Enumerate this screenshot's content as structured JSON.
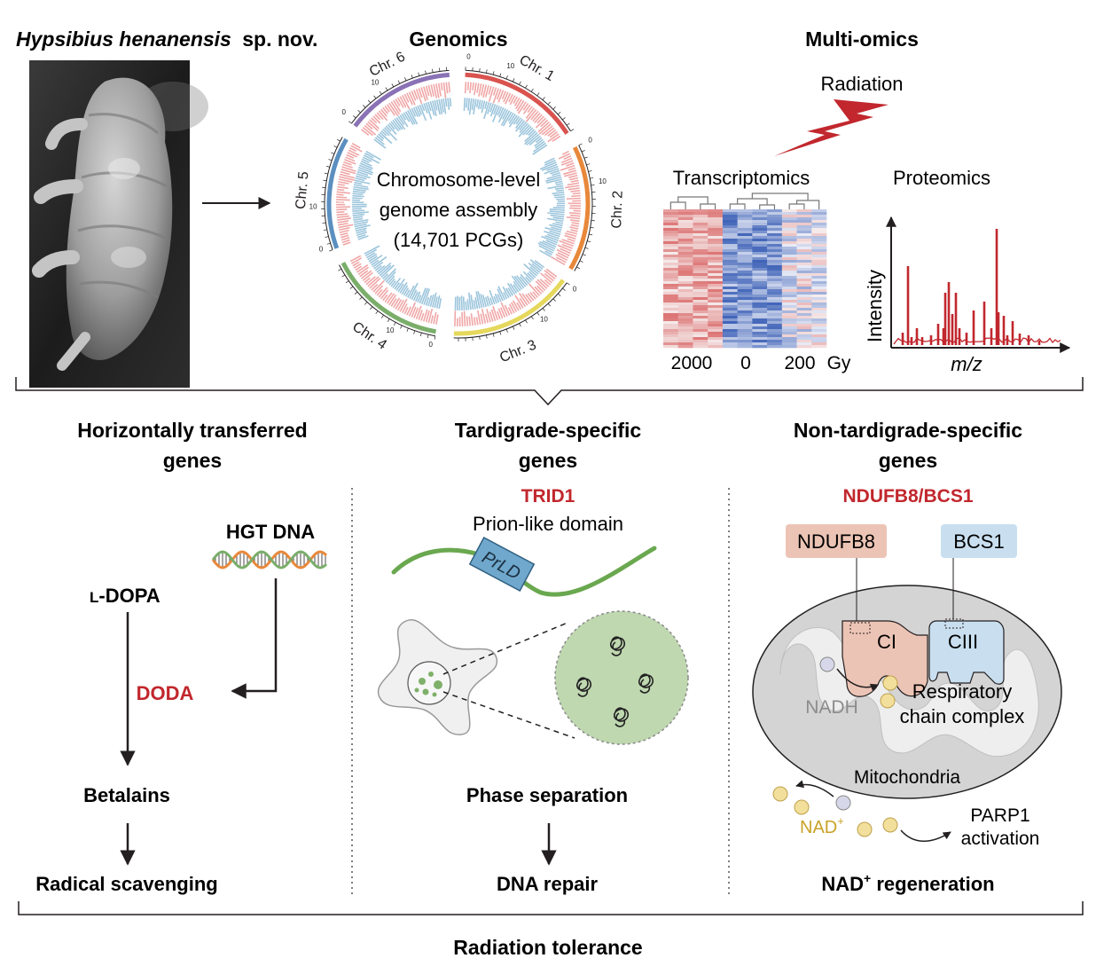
{
  "colors": {
    "accent_red": "#c1272d",
    "dark": "#231f20",
    "chr_1": "#d9534f",
    "chr_2": "#e8883a",
    "chr_3": "#e5d85c",
    "chr_4": "#7aae6a",
    "chr_5": "#5b8fc0",
    "chr_6": "#8a72b5",
    "track_pink": "#f0a6a6",
    "track_blue": "#9cc5dc",
    "heat_red": "#d24040",
    "heat_blue": "#3f63b8",
    "ndufb8_fill": "#ecc4b5",
    "bcs1_fill": "#c9dff0",
    "droplet_green": "#7fb069",
    "nad_gold": "#c9a227",
    "nadh_gray": "#8c8c8c"
  },
  "top": {
    "species_genus": "Hypsibius henanensis",
    "species_suffix": "sp. nov.",
    "photo_icon": "tardigrade-sem-image",
    "genomics": {
      "title": "Genomics",
      "center_lines": [
        "Chromosome-level",
        "genome assembly",
        "(14,701 PCGs)"
      ],
      "tick_zero": "0",
      "tick_ten": "10",
      "chromosomes": [
        {
          "label": "Chr. 1",
          "color_key": "chr_1"
        },
        {
          "label": "Chr. 2",
          "color_key": "chr_2"
        },
        {
          "label": "Chr. 3",
          "color_key": "chr_3"
        },
        {
          "label": "Chr. 4",
          "color_key": "chr_4"
        },
        {
          "label": "Chr. 5",
          "color_key": "chr_5"
        },
        {
          "label": "Chr. 6",
          "color_key": "chr_6"
        }
      ]
    },
    "multiomics": {
      "title": "Multi-omics",
      "radiation_label": "Radiation",
      "radiation_icon": "lightning-bolt-icon",
      "transcriptomics": {
        "title": "Transcriptomics",
        "dose_labels": [
          "2000",
          "0",
          "200"
        ],
        "unit": "Gy"
      },
      "proteomics": {
        "title": "Proteomics",
        "ylabel": "Intensity",
        "xlabel": "m/z"
      }
    }
  },
  "bottom": {
    "hgt": {
      "title_lines": [
        "Horizontally transferred",
        "genes"
      ],
      "hgt_dna": "HGT DNA",
      "dna_icon": "dna-helix-icon",
      "ldopa_prefix": "L",
      "ldopa_suffix": "-DOPA",
      "doda": "DODA",
      "betalains": "Betalains",
      "result": "Radical scavenging"
    },
    "tardigrade": {
      "title_lines": [
        "Tardigrade-specific",
        "genes"
      ],
      "gene": "TRID1",
      "domain_label": "Prion-like domain",
      "prld": "PrLD",
      "cell_icon": "cell-with-droplets-icon",
      "condensate_icon": "condensate-zoom-icon",
      "phase": "Phase separation",
      "result": "DNA repair"
    },
    "nontardigrade": {
      "title_lines": [
        "Non-tardigrade-specific",
        "genes"
      ],
      "gene": "NDUFB8/BCS1",
      "ndufb8": "NDUFB8",
      "bcs1": "BCS1",
      "ci": "CI",
      "ciii": "CIII",
      "nadh": "NADH",
      "resp_lines": [
        "Respiratory",
        "chain complex"
      ],
      "mito": "Mitochondria",
      "mito_icon": "mitochondrion-icon",
      "nad_base": "NAD",
      "nad_sup": "+",
      "parp_lines": [
        "PARP1",
        "activation"
      ],
      "result_base": "NAD",
      "result_sup": "+",
      "result_suffix": " regeneration"
    },
    "footer": "Radiation tolerance"
  }
}
